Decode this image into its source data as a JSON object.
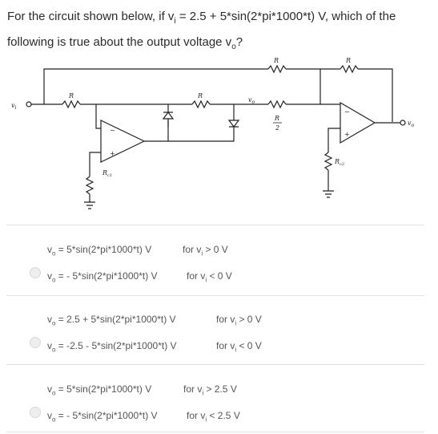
{
  "question": {
    "line1_a": "For the circuit shown below, if v",
    "line1_sub": "i",
    "line1_b": " = 2.5 + 5*sin(2*pi*1000*t) V, which of the",
    "line2_a": "following is true about the output voltage v",
    "line2_sub": "o",
    "line2_b": "?"
  },
  "circuit": {
    "vi": "v",
    "vi_sub": "i",
    "vo_top": "v",
    "vo_top_sub": "o",
    "vo_out": "v",
    "vo_out_sub": "o",
    "r_input": "R",
    "r_middle": "R",
    "r_feedback1": "R",
    "r_feedback2": "R",
    "r_half_num": "R",
    "r_half_den": "2",
    "rc1": "R",
    "rc1_sub": "c1",
    "rc2": "R",
    "rc2_sub": "c2",
    "minus": "−",
    "plus": "+"
  },
  "options": [
    {
      "line1": {
        "eq_a": "v",
        "eq_sub": "o",
        "eq_b": " = 5*sin(2*pi*1000*t) V",
        "cond_a": "for v",
        "cond_sub": "i",
        "cond_b": " > 0 V"
      },
      "line2": {
        "eq_a": "v",
        "eq_sub": "o",
        "eq_b": " = - 5*sin(2*pi*1000*t) V",
        "cond_a": "for v",
        "cond_sub": "i",
        "cond_b": " < 0 V"
      }
    },
    {
      "line1": {
        "eq_a": "v",
        "eq_sub": "o",
        "eq_b": " = 2.5 + 5*sin(2*pi*1000*t) V",
        "cond_a": "for v",
        "cond_sub": "i",
        "cond_b": " > 0 V"
      },
      "line2": {
        "eq_a": "v",
        "eq_sub": "o",
        "eq_b": " = -2.5 - 5*sin(2*pi*1000*t) V",
        "cond_a": "for v",
        "cond_sub": "i",
        "cond_b": " < 0 V"
      }
    },
    {
      "line1": {
        "eq_a": "v",
        "eq_sub": "o",
        "eq_b": " = 5*sin(2*pi*1000*t) V",
        "cond_a": "for v",
        "cond_sub": "i",
        "cond_b": " > 2.5 V"
      },
      "line2": {
        "eq_a": "v",
        "eq_sub": "o",
        "eq_b": " = - 5*sin(2*pi*1000*t) V",
        "cond_a": "for v",
        "cond_sub": "i",
        "cond_b": " < 2.5 V"
      }
    }
  ]
}
